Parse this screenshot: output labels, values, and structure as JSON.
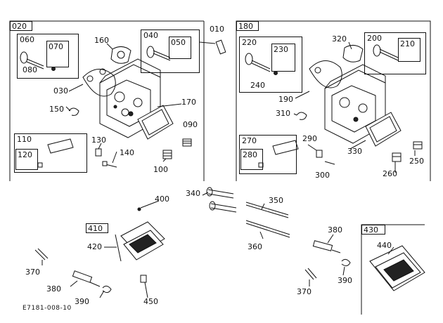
{
  "diagram": {
    "footer_code": "E7181-008-10",
    "group_boxes": [
      {
        "id": "020"
      },
      {
        "id": "060"
      },
      {
        "id": "070"
      },
      {
        "id": "040"
      },
      {
        "id": "050"
      },
      {
        "id": "110"
      },
      {
        "id": "120"
      },
      {
        "id": "180"
      },
      {
        "id": "220"
      },
      {
        "id": "230"
      },
      {
        "id": "200"
      },
      {
        "id": "210"
      },
      {
        "id": "270"
      },
      {
        "id": "280"
      },
      {
        "id": "410"
      },
      {
        "id": "430"
      }
    ],
    "callouts": [
      "010",
      "160",
      "080",
      "030",
      "150",
      "170",
      "090",
      "130",
      "140",
      "100",
      "320",
      "240",
      "190",
      "310",
      "290",
      "330",
      "300",
      "260",
      "250",
      "400",
      "340",
      "350",
      "360",
      "380",
      "420",
      "440",
      "370",
      "380b",
      "390",
      "450",
      "370b",
      "390b"
    ],
    "callout_text": {
      "010": "010",
      "160": "160",
      "080": "080",
      "030": "030",
      "150": "150",
      "170": "170",
      "090": "090",
      "130": "130",
      "140": "140",
      "100": "100",
      "320": "320",
      "240": "240",
      "190": "190",
      "310": "310",
      "290": "290",
      "330": "330",
      "300": "300",
      "260": "260",
      "250": "250",
      "400": "400",
      "340": "340",
      "350": "350",
      "360": "360",
      "380": "380",
      "420": "420",
      "440": "440",
      "370": "370",
      "380b": "380",
      "390": "390",
      "450": "450",
      "370b": "370",
      "390b": "390"
    }
  }
}
